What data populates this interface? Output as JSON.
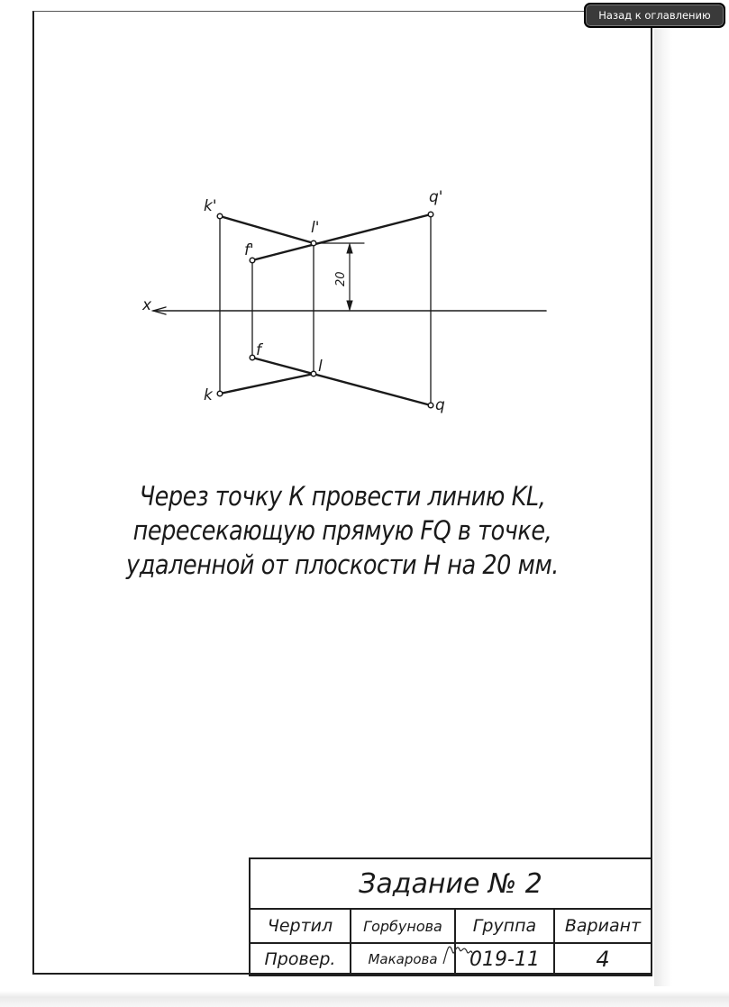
{
  "nav": {
    "back_label": "Назад к оглавлению"
  },
  "diagram": {
    "axis_label": "x",
    "points": {
      "k_prime": "k'",
      "l_prime": "l'",
      "f_prime": "f'",
      "q_prime": "q'",
      "k": "k",
      "l": "l",
      "f": "f",
      "q": "q"
    },
    "dimension": "20"
  },
  "task": {
    "lines": [
      "Через точку К провести линию KL,",
      "пересекающую прямую FQ в точке,",
      "удаленной от плоскости Н на 20 мм."
    ]
  },
  "title_block": {
    "title": "Задание № 2",
    "drew_label": "Чертил",
    "drew_name": "Горбунова",
    "group_label": "Группа",
    "variant_label": "Вариант",
    "checked_label": "Провер.",
    "checked_name": "Макарова",
    "group_value": "019-11",
    "variant_value": "4"
  },
  "colors": {
    "ink": "#1a1a1a",
    "button_bg": "#3a3a3a",
    "button_text": "#ffffff"
  }
}
